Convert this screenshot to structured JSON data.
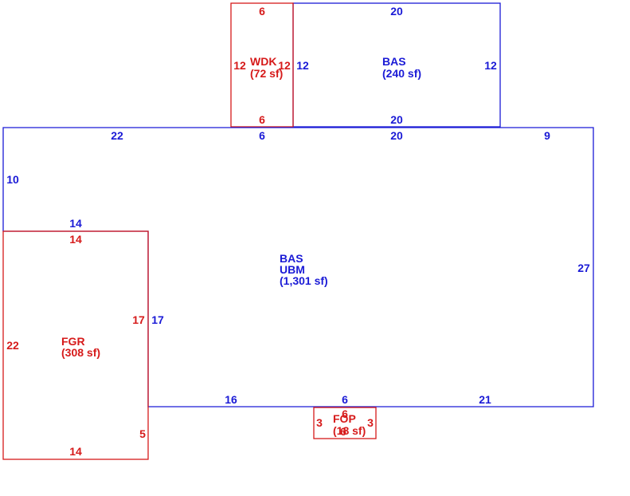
{
  "colors": {
    "blue": "#1a1ad6",
    "red": "#d61a1a",
    "background": "#ffffff"
  },
  "areas": {
    "bas_upper": {
      "code": "BAS",
      "area": "(240 sf)"
    },
    "wdk": {
      "code": "WDK",
      "area": "(72 sf)"
    },
    "bas_main": {
      "code": "BAS",
      "code2": "UBM",
      "area": "(1,301 sf)"
    },
    "fgr": {
      "code": "FGR",
      "area": "(308 sf)"
    },
    "fop": {
      "code": "FOP",
      "area": "(18 sf)"
    }
  },
  "dimensions": {
    "bas_upper_top": "20",
    "bas_upper_left": "12",
    "bas_upper_right": "12",
    "bas_upper_bottom": "20",
    "wdk_top": "6",
    "wdk_left": "12",
    "wdk_right": "12",
    "wdk_bottom": "6",
    "main_top_left": "22",
    "main_top_mid": "6",
    "main_top_20": "20",
    "main_top_right": "9",
    "main_left": "10",
    "main_step": "14",
    "main_right": "27",
    "main_inner": "17",
    "main_bottom_left": "16",
    "main_bottom_mid": "6",
    "main_bottom_right": "21",
    "fgr_top": "14",
    "fgr_left": "22",
    "fgr_right": "17",
    "fgr_lower_right": "5",
    "fgr_bottom": "14",
    "fop_top": "6",
    "fop_left": "3",
    "fop_right": "3",
    "fop_bottom": "6"
  }
}
